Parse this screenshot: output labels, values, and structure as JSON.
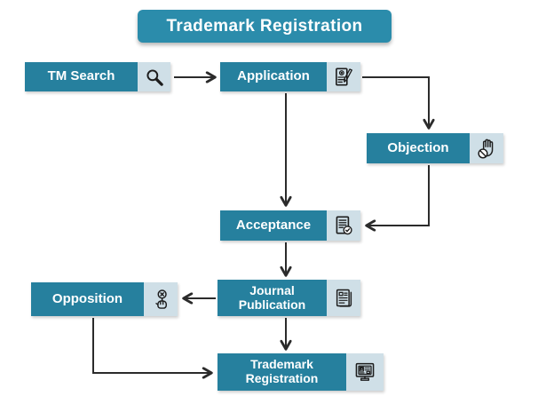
{
  "title": "Trademark Registration",
  "colors": {
    "title_bg": "#2b8cab",
    "node_bg": "#26809e",
    "icon_bg": "#cfdfe7",
    "arrow": "#2b2b2b",
    "icon_stroke": "#1d1d1d",
    "text": "#ffffff",
    "background": "#ffffff"
  },
  "nodes": [
    {
      "id": "tm-search",
      "label": "TM Search",
      "icon": "search-icon"
    },
    {
      "id": "application",
      "label": "Application",
      "icon": "document-pen-icon"
    },
    {
      "id": "objection",
      "label": "Objection",
      "icon": "stop-hand-icon"
    },
    {
      "id": "acceptance",
      "label": "Acceptance",
      "icon": "document-check-icon"
    },
    {
      "id": "journal-publication",
      "label": "Journal Publication",
      "icon": "journal-icon"
    },
    {
      "id": "opposition",
      "label": "Opposition",
      "icon": "protest-fist-icon"
    },
    {
      "id": "trademark-registration",
      "label": "Trademark Registration",
      "icon": "certificate-monitor-icon"
    }
  ],
  "connections": [
    {
      "from": "tm-search",
      "to": "application"
    },
    {
      "from": "application",
      "to": "objection"
    },
    {
      "from": "application",
      "to": "acceptance"
    },
    {
      "from": "objection",
      "to": "acceptance"
    },
    {
      "from": "acceptance",
      "to": "journal-publication"
    },
    {
      "from": "journal-publication",
      "to": "opposition"
    },
    {
      "from": "journal-publication",
      "to": "trademark-registration"
    },
    {
      "from": "opposition",
      "to": "trademark-registration"
    }
  ]
}
